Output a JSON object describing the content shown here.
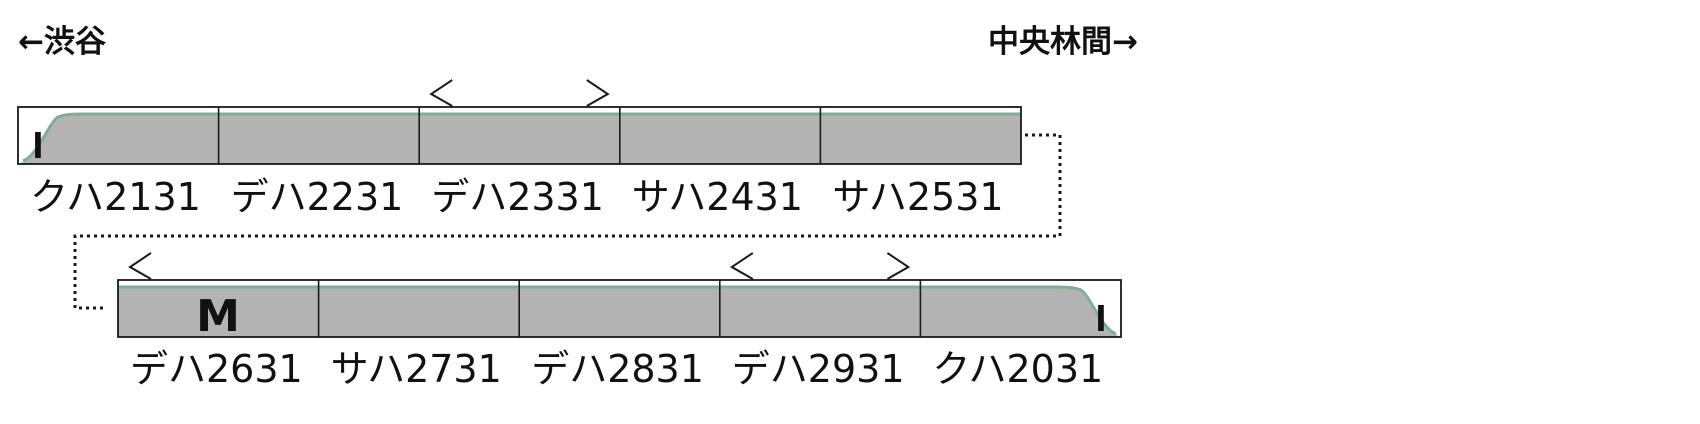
{
  "directions": {
    "left": "←渋谷",
    "right": "中央林間→"
  },
  "colors": {
    "car_body": "#b3b3b3",
    "stripe": "#7fae95",
    "outline": "#1a1a1a",
    "text": "#111111",
    "background": "#ffffff"
  },
  "rows": [
    {
      "cars": [
        {
          "label": "クハ2131",
          "shape": "cab-left",
          "mark": "I",
          "pantograph": "none"
        },
        {
          "label": "デハ2231",
          "shape": "middle",
          "mark": "",
          "pantograph": "none"
        },
        {
          "label": "デハ2331",
          "shape": "middle",
          "mark": "",
          "pantograph": "both"
        },
        {
          "label": "サハ2431",
          "shape": "middle",
          "mark": "",
          "pantograph": "none"
        },
        {
          "label": "サハ2531",
          "shape": "middle",
          "mark": "",
          "pantograph": "none"
        }
      ]
    },
    {
      "cars": [
        {
          "label": "デハ2631",
          "shape": "middle",
          "mark": "M",
          "pantograph": "left"
        },
        {
          "label": "サハ2731",
          "shape": "middle",
          "mark": "",
          "pantograph": "none"
        },
        {
          "label": "デハ2831",
          "shape": "middle",
          "mark": "",
          "pantograph": "none"
        },
        {
          "label": "デハ2931",
          "shape": "middle",
          "mark": "",
          "pantograph": "both"
        },
        {
          "label": "クハ2031",
          "shape": "cab-right",
          "mark": "I",
          "pantograph": "none"
        }
      ]
    }
  ]
}
